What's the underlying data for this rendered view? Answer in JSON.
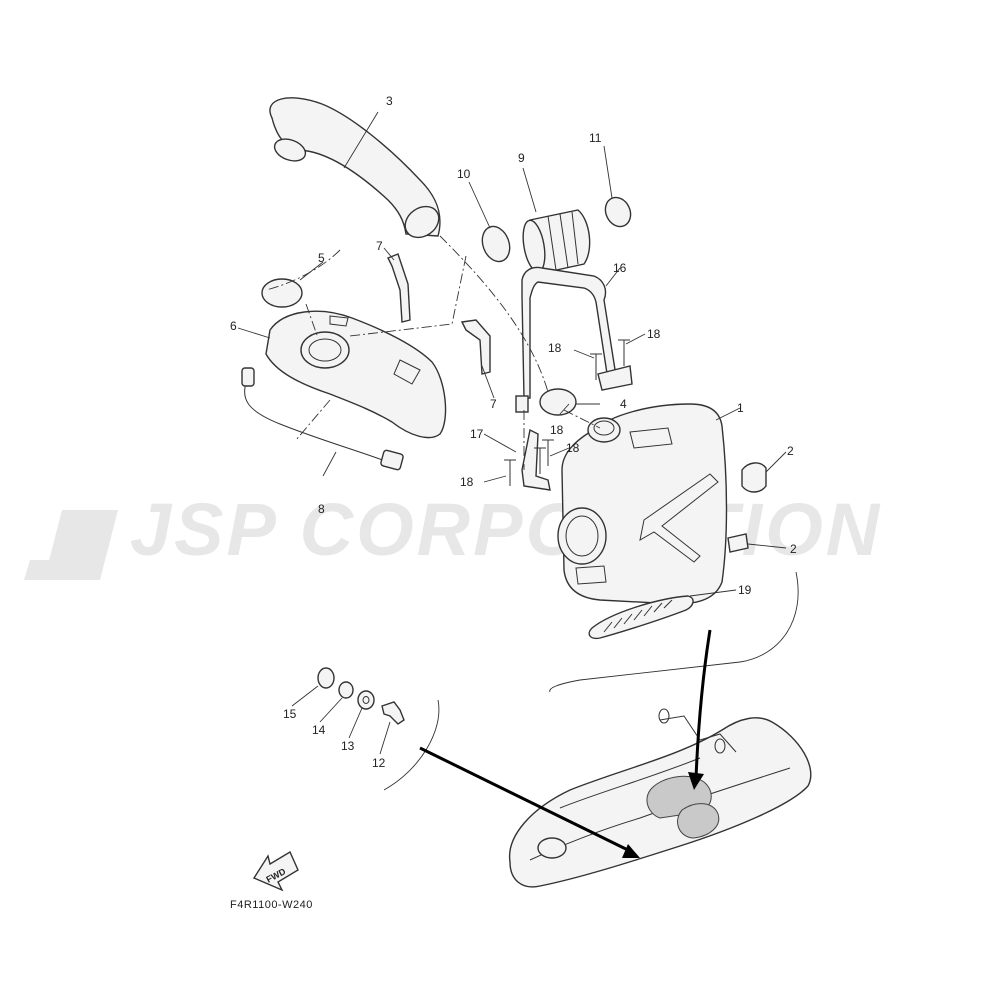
{
  "watermark": {
    "text": "JSP CORPORATION"
  },
  "diagram_code": "F4R1100-W240",
  "fwd_label": "FWD",
  "callouts": [
    "1",
    "2",
    "2",
    "3",
    "4",
    "5",
    "6",
    "7",
    "7",
    "8",
    "9",
    "10",
    "11",
    "12",
    "13",
    "14",
    "15",
    "16",
    "17",
    "18",
    "18",
    "18",
    "18",
    "18",
    "19"
  ]
}
